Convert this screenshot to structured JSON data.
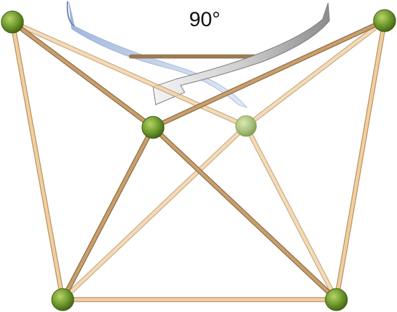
{
  "rotation": {
    "angle_label": "90°",
    "arrow_back_color": "#a9bfe0",
    "arrow_front_color": "#bdbdbd"
  },
  "structure": {
    "node_color": "#6f9a2c",
    "node_faded_color": "#a9c07a",
    "rod_color": "#f1cf9e",
    "rod_dark_color": "#c7a06e",
    "node_ids": [
      "top-left",
      "top-right",
      "center-front",
      "center-back",
      "bottom-left",
      "bottom-right"
    ],
    "rods": [
      [
        "top-left",
        "bottom-left"
      ],
      [
        "top-right",
        "bottom-right"
      ],
      [
        "bottom-left",
        "bottom-right"
      ],
      [
        "top-left",
        "center-front"
      ],
      [
        "top-left",
        "center-back"
      ],
      [
        "top-right",
        "center-front"
      ],
      [
        "top-right",
        "center-back"
      ],
      [
        "center-front",
        "bottom-left"
      ],
      [
        "center-front",
        "bottom-right"
      ],
      [
        "center-back",
        "bottom-left"
      ],
      [
        "center-back",
        "bottom-right"
      ]
    ]
  }
}
